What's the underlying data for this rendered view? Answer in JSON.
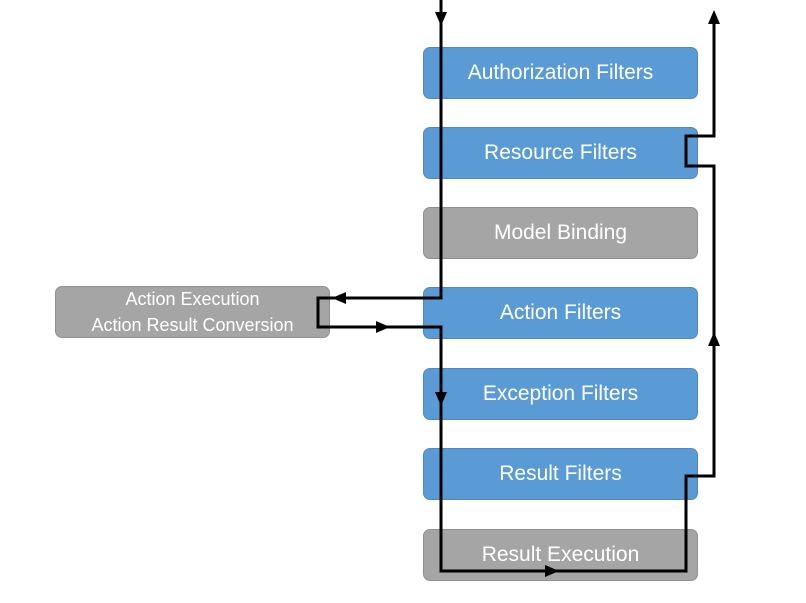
{
  "colors": {
    "filter": "#5b9bd5",
    "step": "#a5a5a5",
    "arrow": "#000000",
    "text": "#ffffff"
  },
  "pipeline": {
    "authorization": "Authorization Filters",
    "resource": "Resource Filters",
    "model_binding": "Model Binding",
    "action": "Action Filters",
    "exception": "Exception Filters",
    "result": "Result Filters",
    "result_execution": "Result Execution"
  },
  "side": {
    "line1": "Action Execution",
    "line2": "Action Result Conversion"
  }
}
